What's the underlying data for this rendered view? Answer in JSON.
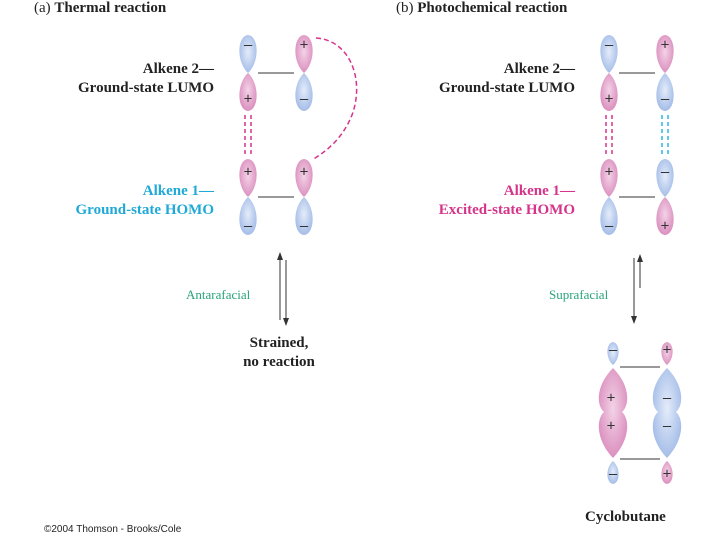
{
  "left_panel": {
    "prefix": "(a)",
    "title": "Thermal reaction",
    "top_label": [
      "Alkene 2—",
      "Ground-state LUMO"
    ],
    "bottom_label": [
      "Alkene 1—",
      "Ground-state HOMO"
    ],
    "bottom_label_color": "#1fa9d6",
    "arrow_label": "Antarafacial",
    "result": [
      "Strained,",
      "no reaction"
    ]
  },
  "right_panel": {
    "prefix": "(b)",
    "title": "Photochemical reaction",
    "top_label": [
      "Alkene 2—",
      "Ground-state LUMO"
    ],
    "bottom_label": [
      "Alkene 1—",
      "Excited-state HOMO"
    ],
    "bottom_label_color": "#d6338a",
    "arrow_label": "Suprafacial",
    "result": [
      "Cyclobutane"
    ]
  },
  "signs": {
    "plus": "+",
    "minus": "–"
  },
  "colors": {
    "pink_lobe": "#e6a8cf",
    "blue_lobe": "#b9cdef",
    "dashed_pink": "#d6338a",
    "dashed_cyan": "#2cb6e0",
    "arrow_label": "#2aa37a"
  },
  "copyright": "©2004 Thomson - Brooks/Cole"
}
